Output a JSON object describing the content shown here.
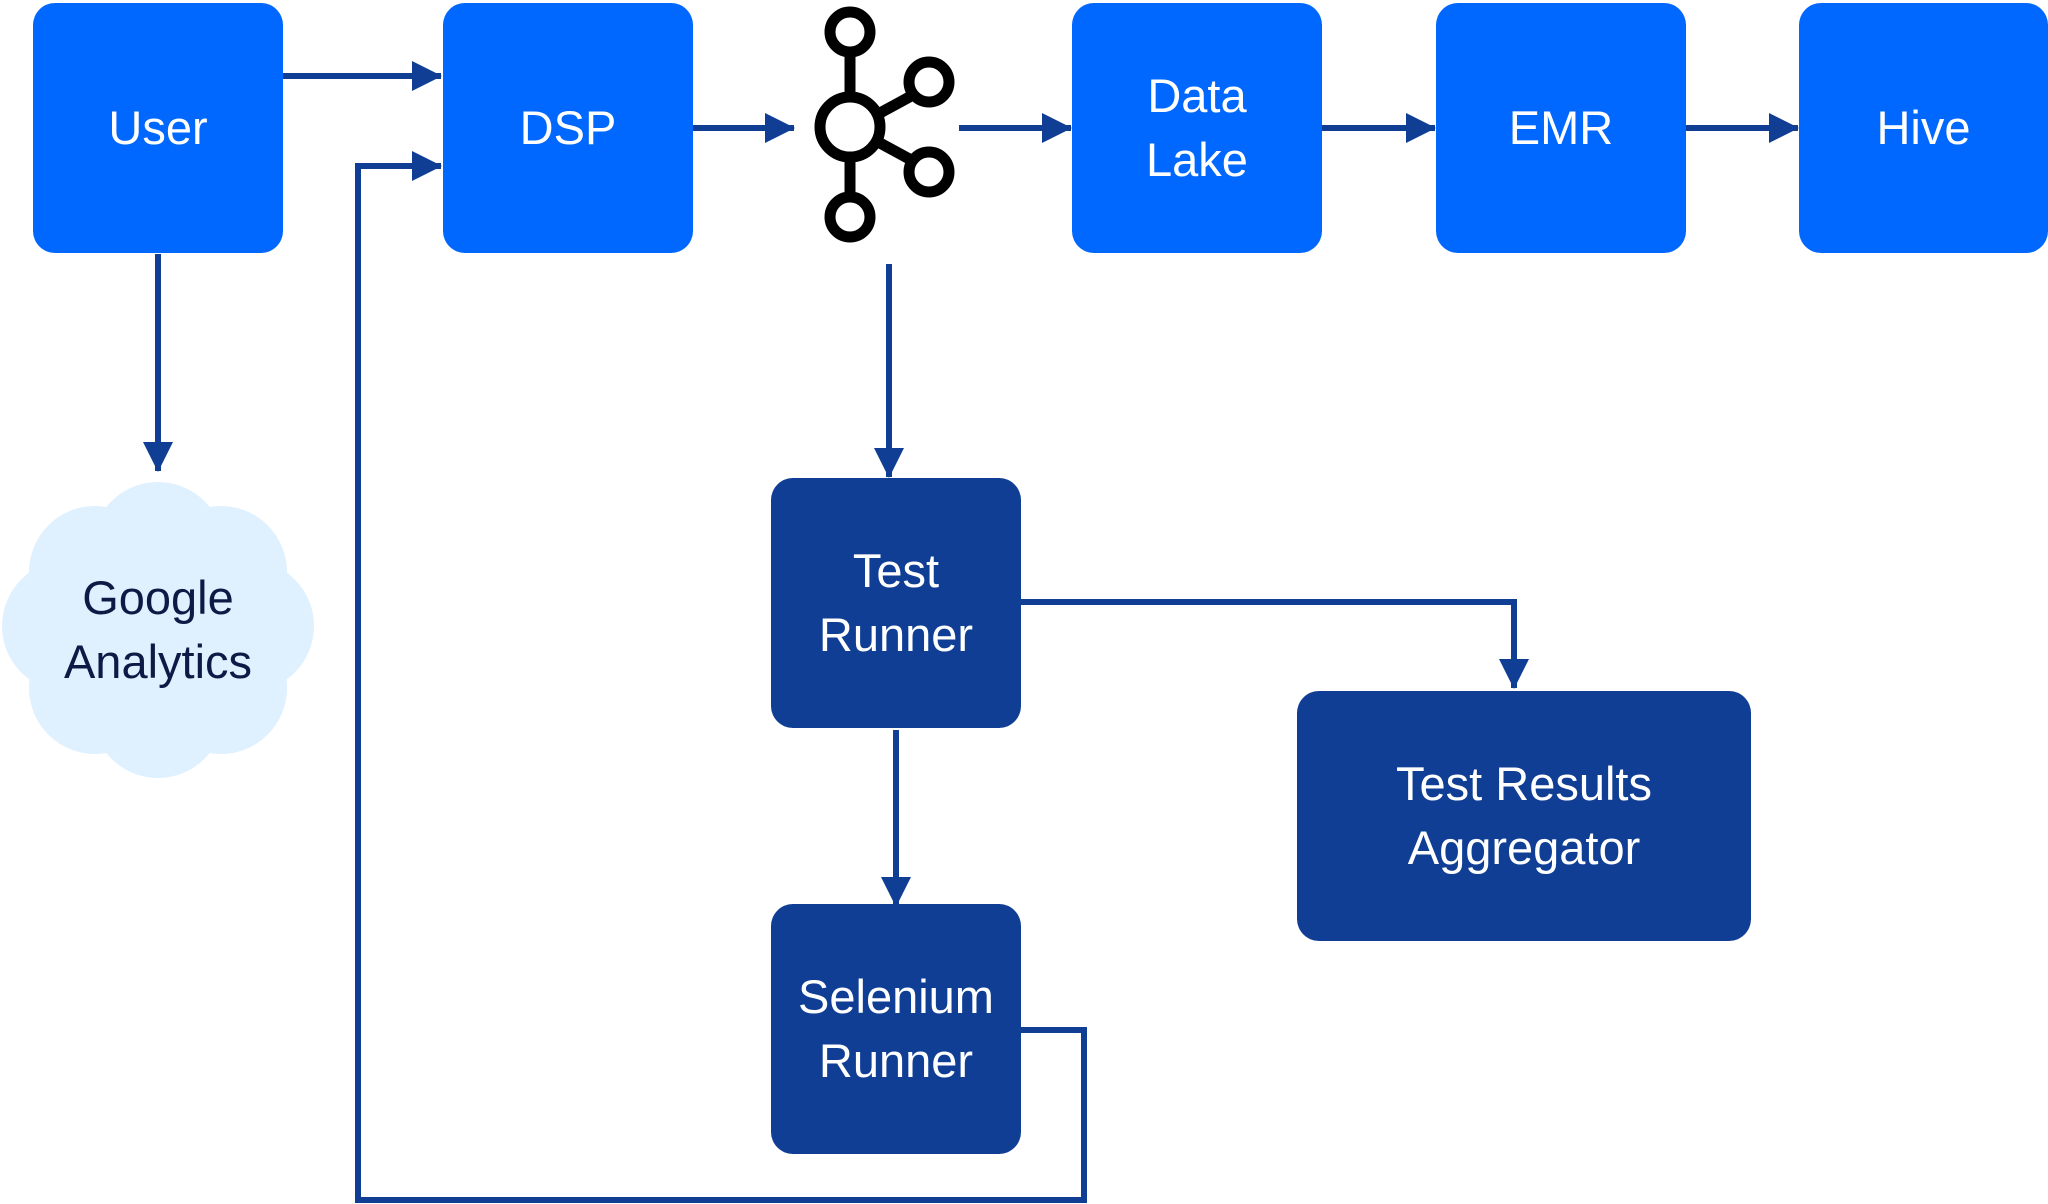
{
  "colors": {
    "primary_box": "#0067FF",
    "secondary_box": "#0F3E94",
    "connector": "#0F3E94",
    "cloud_fill": "#DFF0FF",
    "cloud_text": "#0B1B45",
    "kafka_icon": "#000000"
  },
  "nodes": {
    "user": "User",
    "dsp": "DSP",
    "kafka": "kafka-icon",
    "data_lake": "Data\nLake",
    "emr": "EMR",
    "hive": "Hive",
    "google_analytics": "Google\nAnalytics",
    "test_runner": "Test\nRunner",
    "test_results_aggregator": "Test Results\nAggregator",
    "selenium_runner": "Selenium\nRunner"
  }
}
